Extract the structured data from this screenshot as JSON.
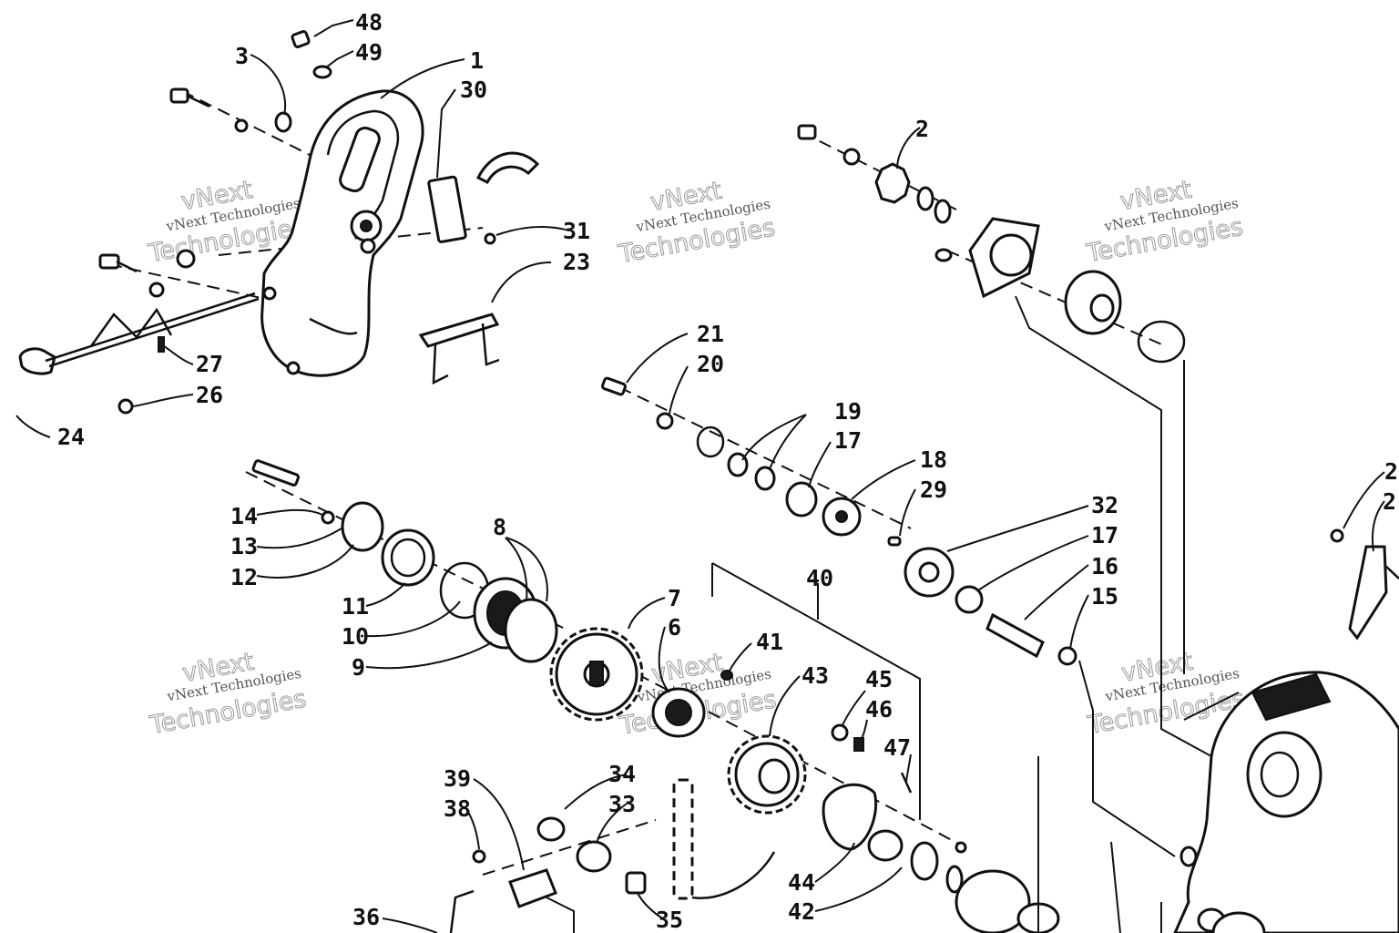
{
  "diagram": {
    "callouts": {
      "c1": "1",
      "c2": "2",
      "c3": "3",
      "c6": "6",
      "c7": "7",
      "c8": "8",
      "c9": "9",
      "c10": "10",
      "c11": "11",
      "c12": "12",
      "c13": "13",
      "c14": "14",
      "c15": "15",
      "c16": "16",
      "c17a": "17",
      "c17b": "17",
      "c18": "18",
      "c19": "19",
      "c20": "20",
      "c21": "21",
      "c23": "23",
      "c24": "24",
      "c26": "26",
      "c27": "27",
      "c29": "29",
      "c30": "30",
      "c31": "31",
      "c32": "32",
      "c33": "33",
      "c34": "34",
      "c35": "35",
      "c36": "36",
      "c38": "38",
      "c39": "39",
      "c40": "40",
      "c41": "41",
      "c42": "42",
      "c43": "43",
      "c44": "44",
      "c45": "45",
      "c46": "46",
      "c47": "47",
      "c48": "48",
      "c49": "49",
      "cr1": "2",
      "cr2": "2"
    },
    "watermark": {
      "line1": "vNext Technologies",
      "line2": "vNext",
      "line3": "Technologies"
    }
  }
}
